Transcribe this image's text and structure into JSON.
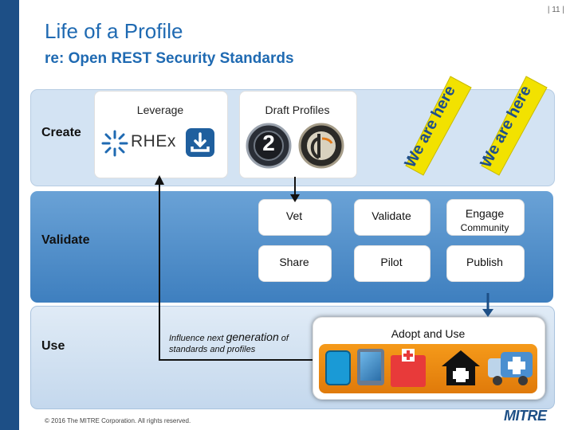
{
  "slide": {
    "page_number": "| 11 |",
    "title": "Life of a Profile",
    "subtitle": "re: Open REST Security Standards",
    "copyright": "© 2016 The MITRE Corporation. All rights reserved.",
    "logo_text": "MITRE"
  },
  "rows": {
    "create": "Create",
    "validate": "Validate",
    "use": "Use"
  },
  "create": {
    "leverage_label": "Leverage",
    "draft_label": "Draft Profiles",
    "rhex_text": "RHEx",
    "oauth_badge_number": "2"
  },
  "banners": [
    {
      "text": "We are here",
      "color": "#f2e200"
    },
    {
      "text": "We are here",
      "color": "#f2e200"
    }
  ],
  "validate_grid": {
    "row1": [
      "Vet",
      "Validate",
      "Engage"
    ],
    "engage_sub": "Community",
    "row2": [
      "Share",
      "Pilot",
      "Publish"
    ]
  },
  "use": {
    "influence_pre": "Influence next",
    "influence_big": "generation",
    "influence_post": "of standards and profiles",
    "adopt_label": "Adopt and Use",
    "app_icons": [
      "phone-icon",
      "tablet-icon",
      "hospital-icon",
      "clinic-icon",
      "ambulance-icon"
    ]
  },
  "colors": {
    "primary_blue": "#1f6ab2",
    "dark_blue": "#1d4f86",
    "banner_yellow": "#f2e200"
  }
}
